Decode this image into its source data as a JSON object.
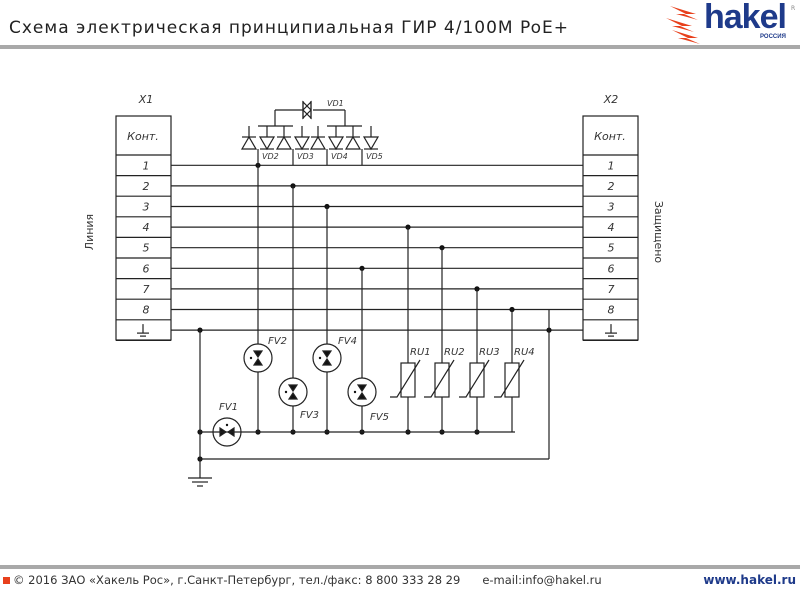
{
  "header": {
    "title": "Схема электрическая принципиальная ГИР 4/100M PoE+",
    "logo": {
      "word": "hakel",
      "sub": "РОССИЯ",
      "mark": "R",
      "icon": "lightning-bolts-icon"
    }
  },
  "diagram": {
    "connector_left": {
      "name": "X1",
      "header": "Конт.",
      "side_label": "Линия",
      "pins": [
        "1",
        "2",
        "3",
        "4",
        "5",
        "6",
        "7",
        "8"
      ],
      "ground_symbol": "ground-icon"
    },
    "connector_right": {
      "name": "X2",
      "header": "Конт.",
      "side_label": "Защищено",
      "pins": [
        "1",
        "2",
        "3",
        "4",
        "5",
        "6",
        "7",
        "8"
      ],
      "ground_symbol": "ground-icon"
    },
    "diodes": [
      "VD1",
      "VD2",
      "VD3",
      "VD4",
      "VD5"
    ],
    "arresters": [
      "FV1",
      "FV2",
      "FV3",
      "FV4",
      "FV5"
    ],
    "varistors": [
      "RU1",
      "RU2",
      "RU3",
      "RU4"
    ]
  },
  "footer": {
    "copyright": "© 2016 ЗАО «Хакель Рос», г.Санкт-Петербург, тел./факс: 8 800 333 28 29",
    "email": "e-mail:info@hakel.ru",
    "website": "www.hakel.ru"
  }
}
